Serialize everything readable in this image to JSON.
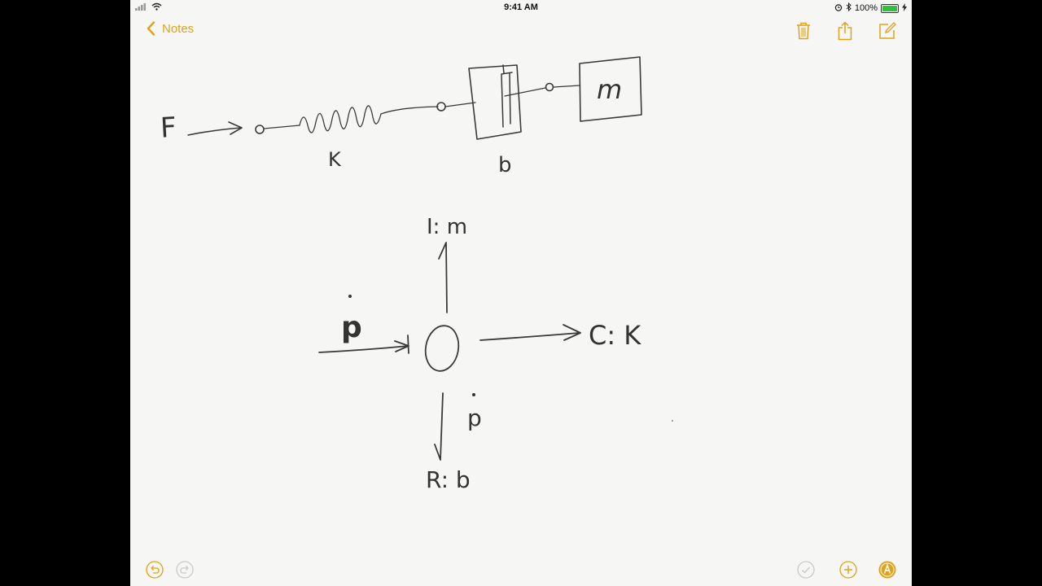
{
  "status_bar": {
    "time": "9:41 AM",
    "battery_percent": "100%",
    "battery_level": 1.0,
    "left_icons": [
      "signal-icon",
      "wifi-icon"
    ],
    "right_icons": [
      "alarm-icon",
      "bluetooth-icon",
      "battery-icon",
      "charging-icon"
    ]
  },
  "nav": {
    "back_label": "Notes",
    "actions": [
      "trash-icon",
      "share-icon",
      "compose-icon"
    ],
    "accent_color": "#e0a21a"
  },
  "note": {
    "mechanical_diagram": {
      "force_label": "F",
      "spring_label": "K",
      "damper_label": "b",
      "mass_label": "m"
    },
    "bond_graph": {
      "junction_label": "0",
      "inertia_label": "I: m",
      "capacitor_label": "C: K",
      "resistor_label": "R: b",
      "input_flow_label": "p",
      "output_flow_label": "p"
    }
  },
  "bottom_bar": {
    "left_buttons": [
      "undo-icon",
      "redo-icon"
    ],
    "right_buttons": [
      "checklist-icon",
      "add-icon",
      "markup-icon"
    ]
  }
}
